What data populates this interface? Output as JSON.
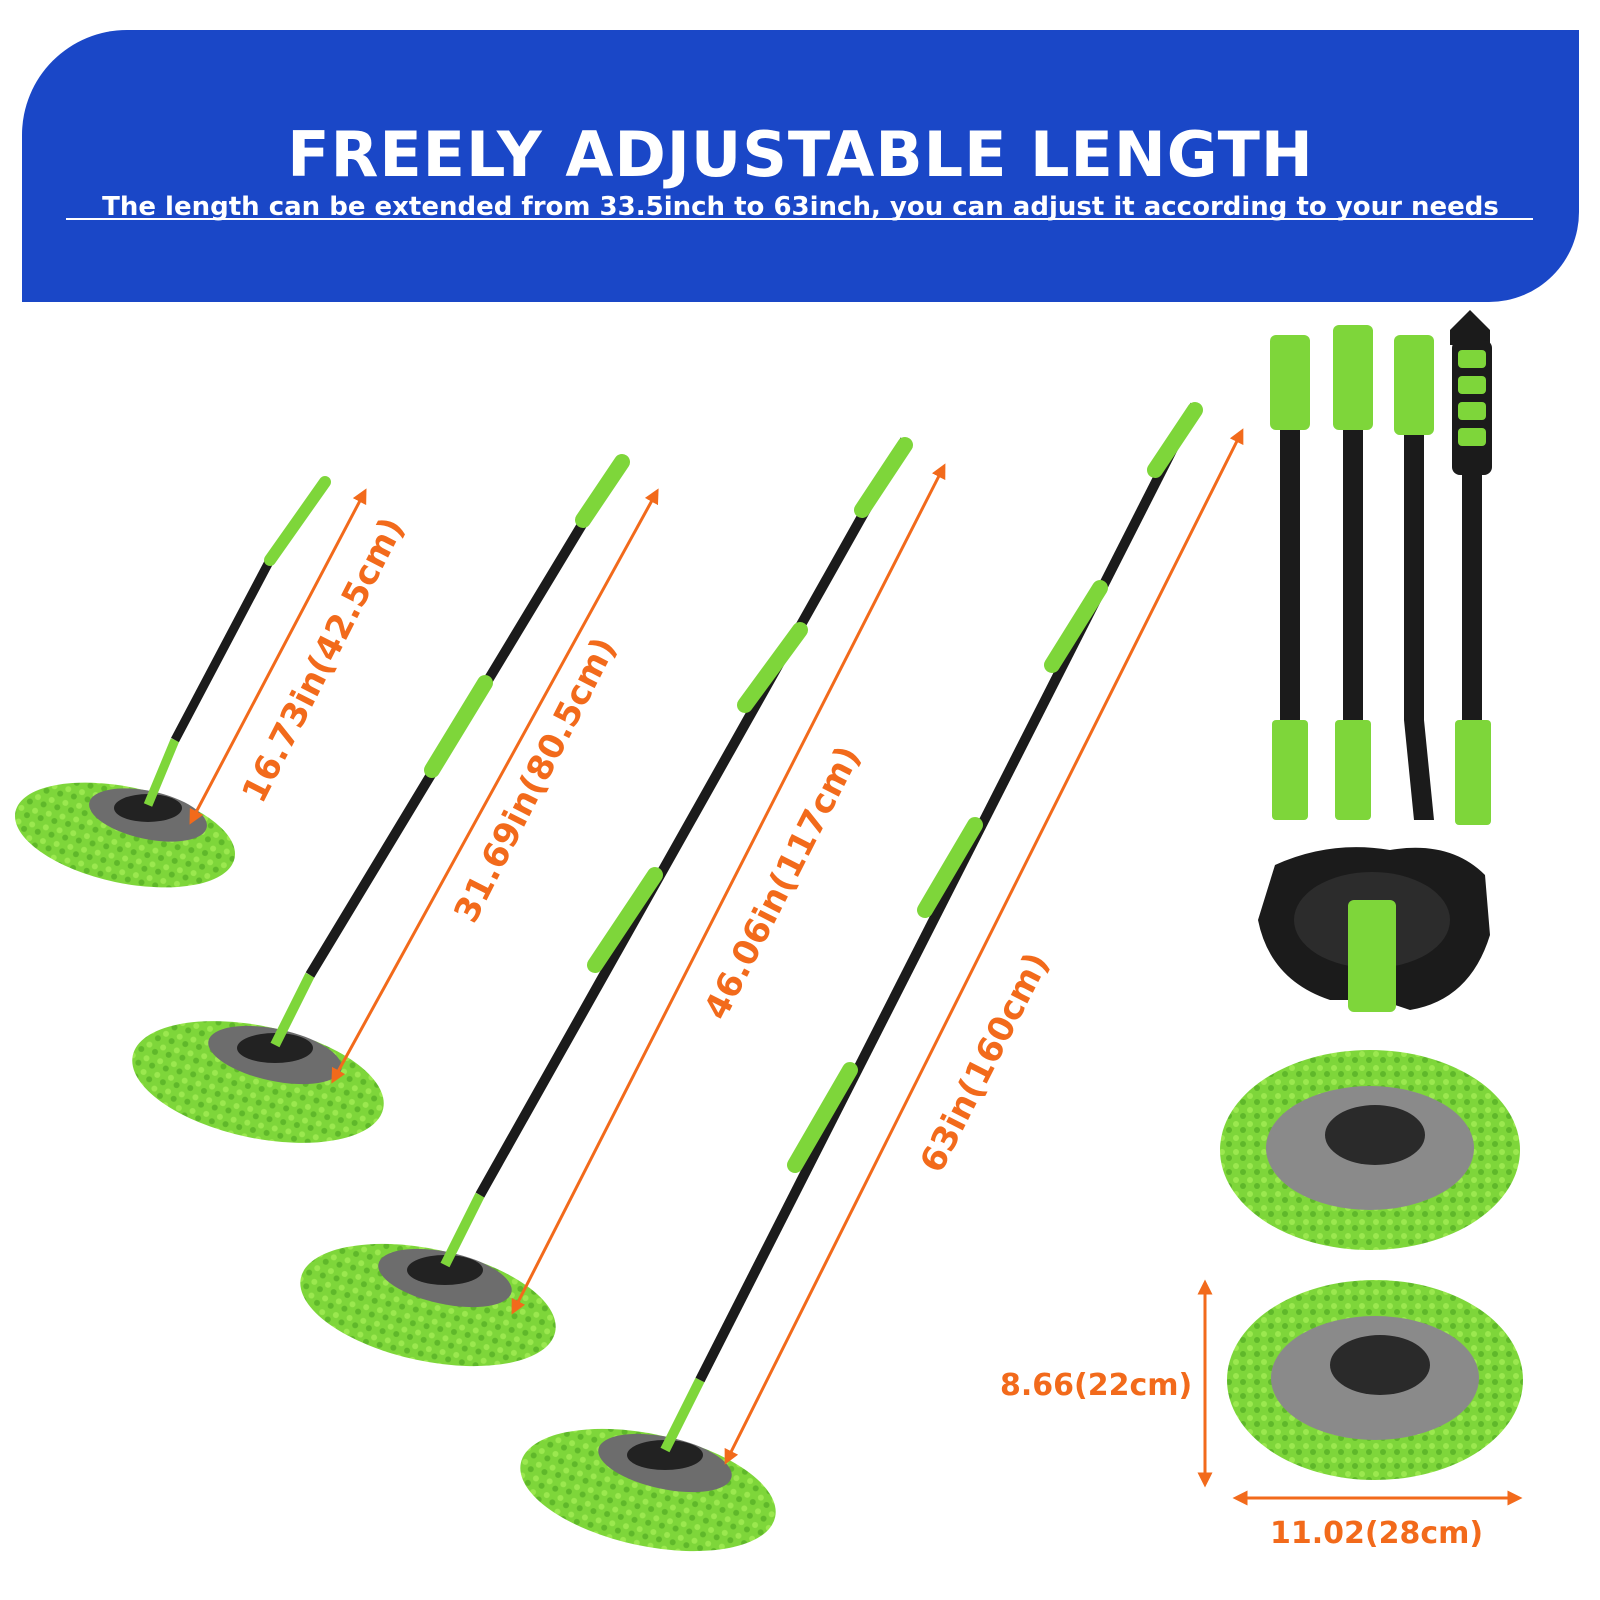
{
  "banner": {
    "title": "FREELY ADJUSTABLE LENGTH",
    "subtitle": "The length can be extended from 33.5inch to 63inch, you can adjust it according to your needs"
  },
  "dimensions": {
    "mop1": "16.73in(42.5cm)",
    "mop2": "31.69in(80.5cm)",
    "mop3": "46.06in(117cm)",
    "mop4": "63in(160cm)",
    "pad_height": "8.66(22cm)",
    "pad_width": "11.02(28cm)"
  },
  "colors": {
    "banner_blue": "#1a47c7",
    "accent_orange": "#f26a1b",
    "mop_green": "#7ed63a",
    "pole_black": "#1b1b1b"
  }
}
